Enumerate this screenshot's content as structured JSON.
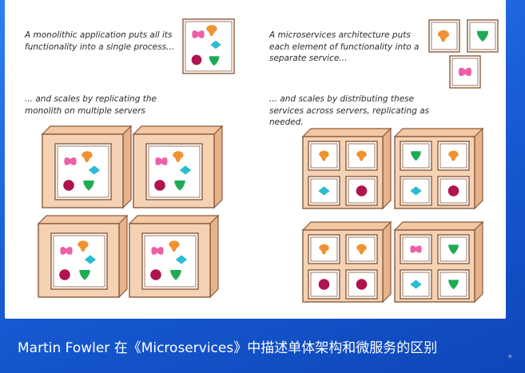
{
  "monolith": {
    "intro": "A monolithic application puts all its functionality into a single process...",
    "scale": "... and scales by replicating the monolith on multiple servers"
  },
  "microservices": {
    "intro": "A microservices architecture puts each element of functionality into a separate service...",
    "scale": "... and scales by distributing these services across servers, replicating as needed."
  },
  "caption": "Martin Fowler 在《Microservices》中描述单体架构和微服务的区别",
  "colors": {
    "background_blue": "#1a5fd8",
    "server_fill": "#f6d2b4",
    "server_stroke": "#8a5a3c",
    "pink": "#ee5fa7",
    "orange": "#f19232",
    "cyan": "#2bbcd0",
    "green": "#1fab54",
    "crimson": "#b0134f"
  }
}
